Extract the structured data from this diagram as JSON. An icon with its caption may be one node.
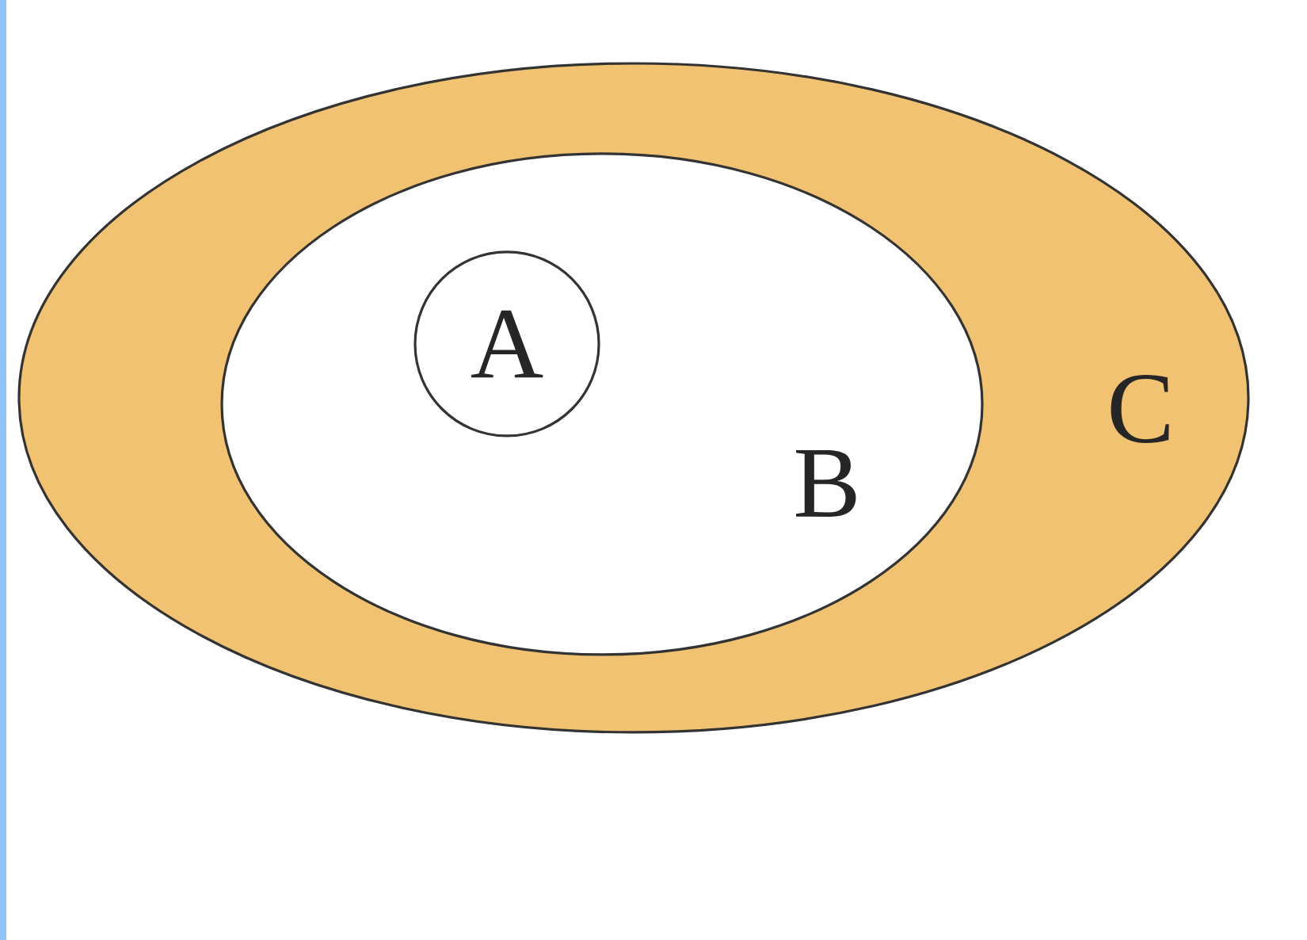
{
  "diagram": {
    "nodes": [
      {
        "text": [
          "C"
        ]
      },
      {
        "text": [
          "B"
        ],
        "in": 0
      },
      {
        "text": [
          "A"
        ],
        "in": 1
      }
    ]
  }
}
